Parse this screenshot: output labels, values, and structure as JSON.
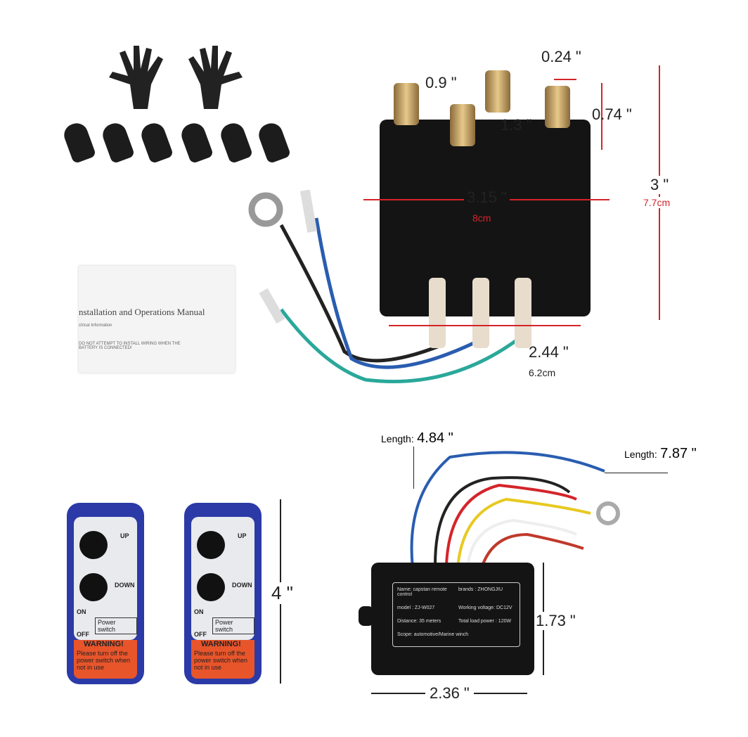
{
  "solenoid": {
    "dims": {
      "terminal_gap": "0.24 \"",
      "terminal_width": "0.9 \"",
      "terminal_spacing": "1.3 \"",
      "terminal_height": "0.74 \"",
      "height_in": "3 \"",
      "height_cm": "7.7cm",
      "width_in": "3.15 \"",
      "width_cm": "8cm",
      "plug_width_in": "2.44 \"",
      "plug_width_cm": "6.2cm"
    }
  },
  "manual": {
    "title": "nstallation and Operations Manual",
    "section": "ctrical Information",
    "warning": "DO NOT ATTEMPT TO INSTALL WIRING WHEN THE BATTERY IS CONNECTED!"
  },
  "remotes": {
    "up": "UP",
    "down": "DOWN",
    "on": "ON",
    "off": "OFF",
    "power_switch": "Power switch",
    "warning_title": "WARNING!",
    "warning_text": "Please turn off the power switch when not in use",
    "height": "4 \""
  },
  "receiver": {
    "label_lines": [
      "Name: capstan remote control",
      "brands : ZHONGJIU",
      "model : ZJ-W027",
      "Working voltage: DC12V",
      "Distance: 35 meters",
      "Total load power : 120W",
      "Scope: automotive/Marine winch"
    ],
    "length1_label": "Length:",
    "length1_value": "4.84 \"",
    "length2_label": "Length:",
    "length2_value": "7.87 \"",
    "height": "1.73 \"",
    "width": "2.36 \""
  },
  "colors": {
    "dimension": "#d4242a",
    "remote": "#2b3aa6",
    "warning": "#e8552b"
  }
}
